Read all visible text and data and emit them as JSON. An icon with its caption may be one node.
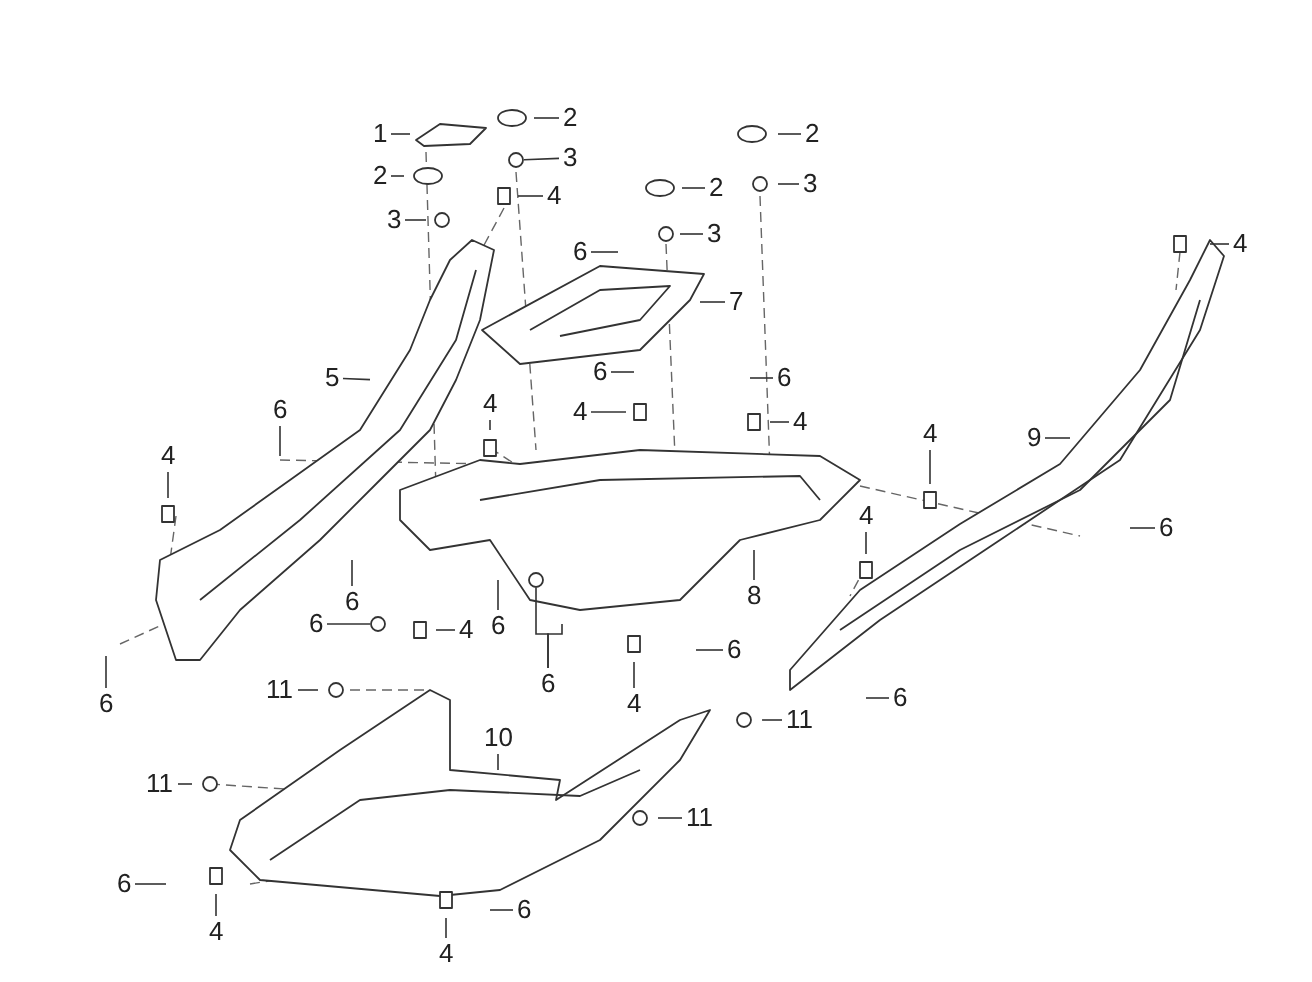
{
  "diagram": {
    "nodes": [
      {
        "text": [
          "1"
        ]
      },
      {
        "text": [
          "2"
        ]
      },
      {
        "text": [
          "2"
        ]
      },
      {
        "text": [
          "3"
        ]
      },
      {
        "text": [
          "3"
        ]
      },
      {
        "text": [
          "4"
        ]
      },
      {
        "text": [
          "2"
        ]
      },
      {
        "text": [
          "2"
        ]
      },
      {
        "text": [
          "3"
        ]
      },
      {
        "text": [
          "3"
        ]
      },
      {
        "text": [
          "6"
        ]
      },
      {
        "text": [
          "7"
        ]
      },
      {
        "text": [
          "4"
        ]
      },
      {
        "text": [
          "5"
        ]
      },
      {
        "text": [
          "6"
        ]
      },
      {
        "text": [
          "6"
        ]
      },
      {
        "text": [
          "4"
        ]
      },
      {
        "text": [
          "4"
        ]
      },
      {
        "text": [
          "6"
        ]
      },
      {
        "text": [
          "4"
        ]
      },
      {
        "text": [
          "4"
        ]
      },
      {
        "text": [
          "4"
        ]
      },
      {
        "text": [
          "9"
        ]
      },
      {
        "text": [
          "4"
        ]
      },
      {
        "text": [
          "6"
        ]
      },
      {
        "text": [
          "6"
        ]
      },
      {
        "text": [
          "6"
        ]
      },
      {
        "text": [
          "4"
        ]
      },
      {
        "text": [
          "6"
        ]
      },
      {
        "text": [
          "6"
        ]
      },
      {
        "text": [
          "8"
        ]
      },
      {
        "text": [
          "4"
        ]
      },
      {
        "text": [
          "6"
        ]
      },
      {
        "text": [
          "6"
        ]
      },
      {
        "text": [
          "11"
        ]
      },
      {
        "text": [
          "11"
        ]
      },
      {
        "text": [
          "10"
        ]
      },
      {
        "text": [
          "6"
        ]
      },
      {
        "text": [
          "11"
        ]
      },
      {
        "text": [
          "11"
        ]
      },
      {
        "text": [
          "6"
        ]
      },
      {
        "text": [
          "6"
        ]
      },
      {
        "text": [
          "4"
        ]
      },
      {
        "text": [
          "4"
        ]
      },
      {
        "text": [],
        "shape": "circle"
      },
      {
        "text": [],
        "shape": "circle"
      },
      {
        "text": [],
        "shape": "circle"
      }
    ],
    "edges": [
      {
        "from": 0,
        "to": null,
        "arrow": "none"
      },
      {
        "from": 1,
        "to": null,
        "arrow": "none"
      },
      {
        "from": 2,
        "to": null,
        "arrow": "none"
      },
      {
        "from": 3,
        "to": 44,
        "arrow": "none"
      },
      {
        "from": 4,
        "to": null,
        "arrow": "none"
      },
      {
        "from": 5,
        "to": null,
        "arrow": "none"
      },
      {
        "from": 6,
        "to": null,
        "arrow": "none"
      },
      {
        "from": 7,
        "to": null,
        "arrow": "none"
      },
      {
        "from": 8,
        "to": null,
        "arrow": "none"
      },
      {
        "from": 9,
        "to": null,
        "arrow": "none"
      },
      {
        "from": 10,
        "to": null,
        "arrow": "none"
      },
      {
        "from": 11,
        "to": null,
        "arrow": "none"
      },
      {
        "from": 12,
        "to": null,
        "arrow": "none"
      },
      {
        "from": 13,
        "to": null,
        "arrow": "none"
      },
      {
        "from": 14,
        "to": null,
        "arrow": "none"
      },
      {
        "from": 15,
        "to": null,
        "arrow": "none"
      },
      {
        "from": 16,
        "to": null,
        "arrow": "none"
      },
      {
        "from": 17,
        "to": null,
        "arrow": "none"
      },
      {
        "from": 18,
        "to": null,
        "arrow": "none"
      },
      {
        "from": 19,
        "to": null,
        "arrow": "none"
      },
      {
        "from": 20,
        "to": null,
        "arrow": "none"
      },
      {
        "from": 21,
        "to": null,
        "arrow": "none"
      },
      {
        "from": 22,
        "to": null,
        "arrow": "none"
      },
      {
        "from": 23,
        "to": null,
        "arrow": "none"
      },
      {
        "from": 24,
        "to": null,
        "arrow": "none"
      },
      {
        "from": 25,
        "to": null,
        "arrow": "none"
      },
      {
        "from": 26,
        "to": 45,
        "arrow": "none"
      },
      {
        "from": 27,
        "to": null,
        "arrow": "none"
      },
      {
        "from": 28,
        "to": null,
        "arrow": "none"
      },
      {
        "from": 29,
        "to": 46,
        "arrow": "none"
      },
      {
        "from": 29,
        "to": null,
        "arrow": "none"
      },
      {
        "from": 30,
        "to": null,
        "arrow": "none"
      },
      {
        "from": 31,
        "to": null,
        "arrow": "none"
      },
      {
        "from": 32,
        "to": null,
        "arrow": "none"
      },
      {
        "from": 33,
        "to": null,
        "arrow": "none"
      },
      {
        "from": 34,
        "to": null,
        "arrow": "none"
      },
      {
        "from": 35,
        "to": null,
        "arrow": "none"
      },
      {
        "from": 36,
        "to": null,
        "arrow": "none"
      },
      {
        "from": 37,
        "to": null,
        "arrow": "none"
      },
      {
        "from": 38,
        "to": null,
        "arrow": "none"
      },
      {
        "from": 39,
        "to": null,
        "arrow": "none"
      },
      {
        "from": 40,
        "to": null,
        "arrow": "none"
      },
      {
        "from": 41,
        "to": null,
        "arrow": "none"
      },
      {
        "from": 42,
        "to": null,
        "arrow": "none"
      },
      {
        "from": 43,
        "to": null,
        "arrow": "none"
      }
    ]
  }
}
